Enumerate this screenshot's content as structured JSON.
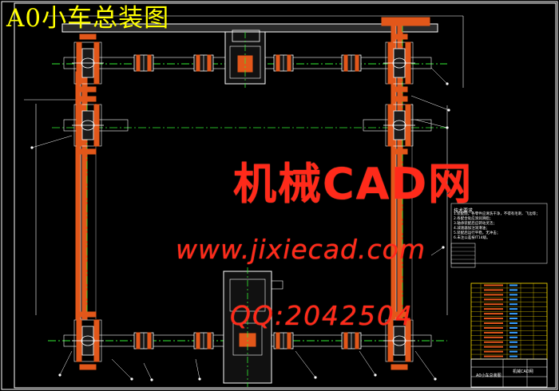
{
  "title": "A0小车总装图",
  "watermark": {
    "name": "机械CAD网",
    "url": "www.jixiecad.com",
    "qq": "QQ:2042504"
  },
  "notes": {
    "title": "技术要求",
    "items": [
      "1.装配前，各零件应清洗干净，不得有毛刺、飞边等；",
      "2.各配合处应涂润滑脂；",
      "3.轴承装配后应转动灵活；",
      "4.减速器加注润滑油；",
      "5.装配后运行平稳，无冲击；",
      "6.未注公差按IT14级。"
    ]
  },
  "title_block": {
    "company": "机械CAD网",
    "drawing_name": "A0小车总装图"
  },
  "colors": {
    "background": "#000000",
    "frame": "#ffffff",
    "rail": "#e2571a",
    "axis": "#33ee33",
    "title": "#ffff00",
    "watermark": "#ff2a1a"
  }
}
